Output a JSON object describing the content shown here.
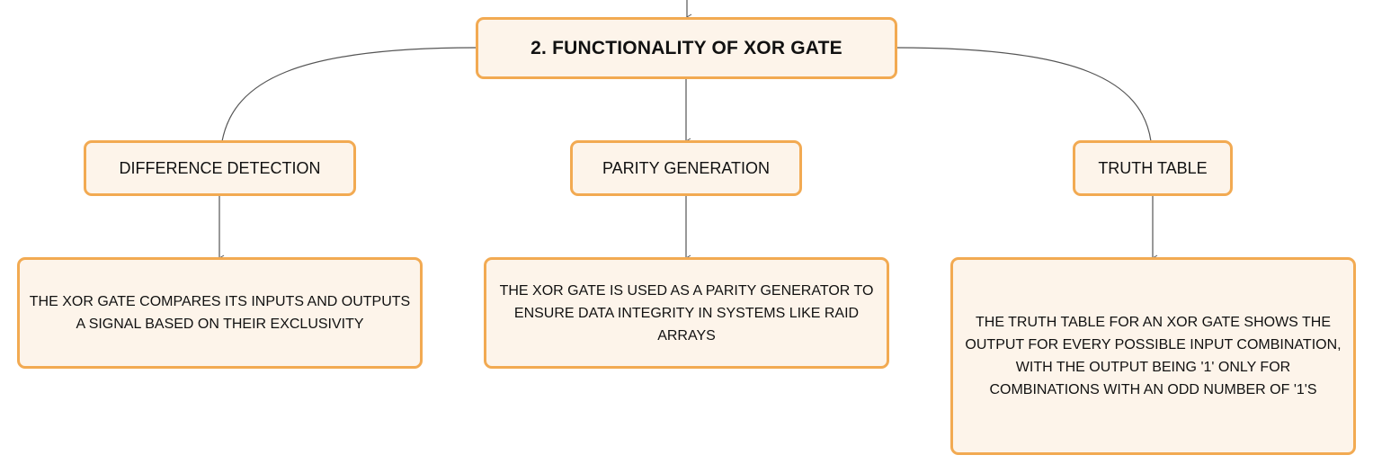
{
  "diagram": {
    "root": {
      "label": "2. FUNCTIONALITY OF XOR GATE"
    },
    "branches": [
      {
        "label": "DIFFERENCE DETECTION",
        "detail": "THE XOR GATE COMPARES ITS INPUTS AND OUTPUTS A SIGNAL BASED ON THEIR EXCLUSIVITY"
      },
      {
        "label": "PARITY GENERATION",
        "detail": "THE XOR GATE IS USED AS A PARITY GENERATOR TO ENSURE DATA INTEGRITY IN SYSTEMS LIKE RAID ARRAYS"
      },
      {
        "label": "TRUTH TABLE",
        "detail": "THE TRUTH TABLE FOR AN XOR GATE SHOWS THE OUTPUT FOR EVERY POSSIBLE INPUT COMBINATION, WITH THE OUTPUT BEING '1' ONLY FOR COMBINATIONS WITH AN ODD NUMBER OF '1'S"
      }
    ],
    "colors": {
      "node_fill": "#fdf4ea",
      "node_border": "#f2aa52",
      "connector": "#555555",
      "text": "#111111"
    }
  }
}
